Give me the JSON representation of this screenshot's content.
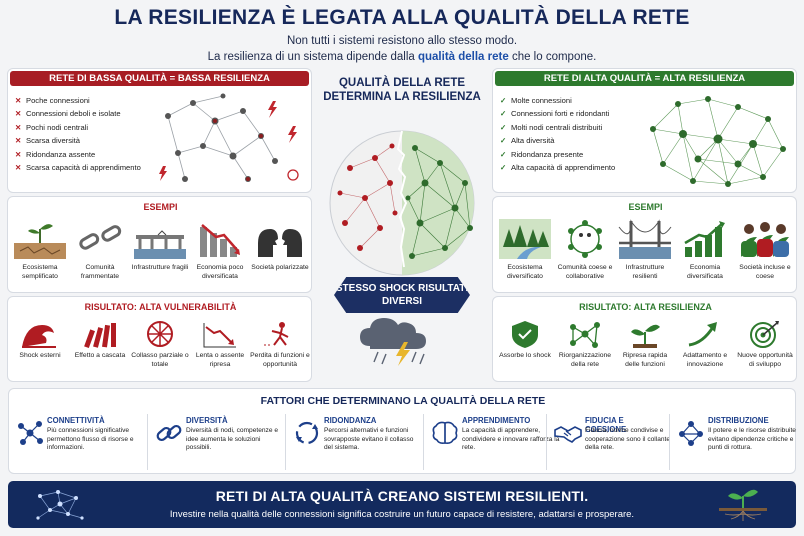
{
  "header": {
    "title": "LA RESILIENZA È LEGATA ALLA QUALITÀ DELLA RETE",
    "subtitle1": "Non tutti i sistemi resistono allo stesso modo.",
    "subtitle2_pre": "La resilienza di un sistema dipende dalla ",
    "subtitle2_bold": "qualità della rete",
    "subtitle2_post": " che lo compone."
  },
  "left": {
    "header": "RETE DI BASSA QUALITÀ = BASSA RESILIENZA",
    "items": [
      "Poche connessioni",
      "Connessioni deboli e isolate",
      "Pochi nodi centrali",
      "Scarsa diversità",
      "Ridondanza assente",
      "Scarsa capacità di apprendimento"
    ],
    "examples_title": "ESEMPI",
    "examples": [
      {
        "label": "Ecosistema semplificato",
        "icon": "cracked-soil-icon"
      },
      {
        "label": "Comunità frammentate",
        "icon": "broken-chain-icon"
      },
      {
        "label": "Infrastrutture fragili",
        "icon": "damaged-bridge-icon"
      },
      {
        "label": "Economia poco diversificata",
        "icon": "declining-chart-icon"
      },
      {
        "label": "Società polarizzate",
        "icon": "opposed-heads-icon"
      }
    ],
    "result_title": "RISULTATO: ALTA VULNERABILITÀ",
    "results": [
      {
        "label": "Shock esterni",
        "icon": "wave-icon"
      },
      {
        "label": "Effetto a cascata",
        "icon": "dominoes-icon"
      },
      {
        "label": "Collasso parziale o totale",
        "icon": "collapse-icon"
      },
      {
        "label": "Lenta o assente ripresa",
        "icon": "down-chart-icon"
      },
      {
        "label": "Perdita di funzioni e opportunità",
        "icon": "falling-person-icon"
      }
    ]
  },
  "center": {
    "title": "QUALITÀ DELLA RETE DETERMINA LA RESILIENZA",
    "shock": "STESSO SHOCK RISULTATI DIVERSI"
  },
  "right": {
    "header": "RETE DI ALTA QUALITÀ = ALTA RESILIENZA",
    "items": [
      "Molte connessioni",
      "Connessioni forti e ridondanti",
      "Molti nodi centrali distribuiti",
      "Alta diversità",
      "Ridondanza presente",
      "Alta capacità di apprendimento"
    ],
    "examples_title": "ESEMPI",
    "examples": [
      {
        "label": "Ecosistema diversificato",
        "icon": "forest-river-icon"
      },
      {
        "label": "Comunità coese e collaborative",
        "icon": "people-circle-icon"
      },
      {
        "label": "Infrastrutture resilienti",
        "icon": "suspension-bridge-icon"
      },
      {
        "label": "Economia diversificata",
        "icon": "growth-chart-icon"
      },
      {
        "label": "Società incluse e coese",
        "icon": "group-people-icon"
      }
    ],
    "result_title": "RISULTATO: ALTA RESILIENZA",
    "results": [
      {
        "label": "Assorbe lo shock",
        "icon": "shield-icon"
      },
      {
        "label": "Riorganizzazione della rete",
        "icon": "network-icon"
      },
      {
        "label": "Ripresa rapida delle funzioni",
        "icon": "sprout-icon"
      },
      {
        "label": "Adattamento e innovazione",
        "icon": "arrow-up-icon"
      },
      {
        "label": "Nuove opportunità di sviluppo",
        "icon": "target-icon"
      }
    ]
  },
  "factors": {
    "title": "FATTORI CHE DETERMINANO LA QUALITÀ DELLA RETE",
    "items": [
      {
        "name": "CONNETTIVITÀ",
        "desc": "Più connessioni significative permettono flusso di risorse e informazioni.",
        "icon": "network-nodes-icon"
      },
      {
        "name": "DIVERSITÀ",
        "desc": "Diversità di nodi, competenze e idee aumenta le soluzioni possibili.",
        "icon": "chain-link-icon"
      },
      {
        "name": "RIDONDANZA",
        "desc": "Percorsi alternativi e funzioni sovrapposte evitano il collasso del sistema.",
        "icon": "cycle-arrows-icon"
      },
      {
        "name": "APPRENDIMENTO",
        "desc": "La capacità di apprendere, condividere e innovare rafforza la rete.",
        "icon": "brain-icon"
      },
      {
        "name": "FIDUCIA E COESIONE",
        "desc": "Fiducia, norme condivise e cooperazione sono il collante della rete.",
        "icon": "handshake-icon"
      },
      {
        "name": "DISTRIBUZIONE",
        "desc": "Il potere e le risorse distribuite evitano dipendenze critiche e punti di rottura.",
        "icon": "distributed-nodes-icon"
      }
    ]
  },
  "banner": {
    "line1": "RETI DI ALTA QUALITÀ CREANO SISTEMI RESILIENTI.",
    "line2": "Investire nella qualità delle connessioni significa costruire un futuro capace di resistere, adattarsi e prosperare."
  },
  "colors": {
    "navy": "#16285a",
    "red": "#a71d24",
    "green": "#2e7a2e"
  }
}
